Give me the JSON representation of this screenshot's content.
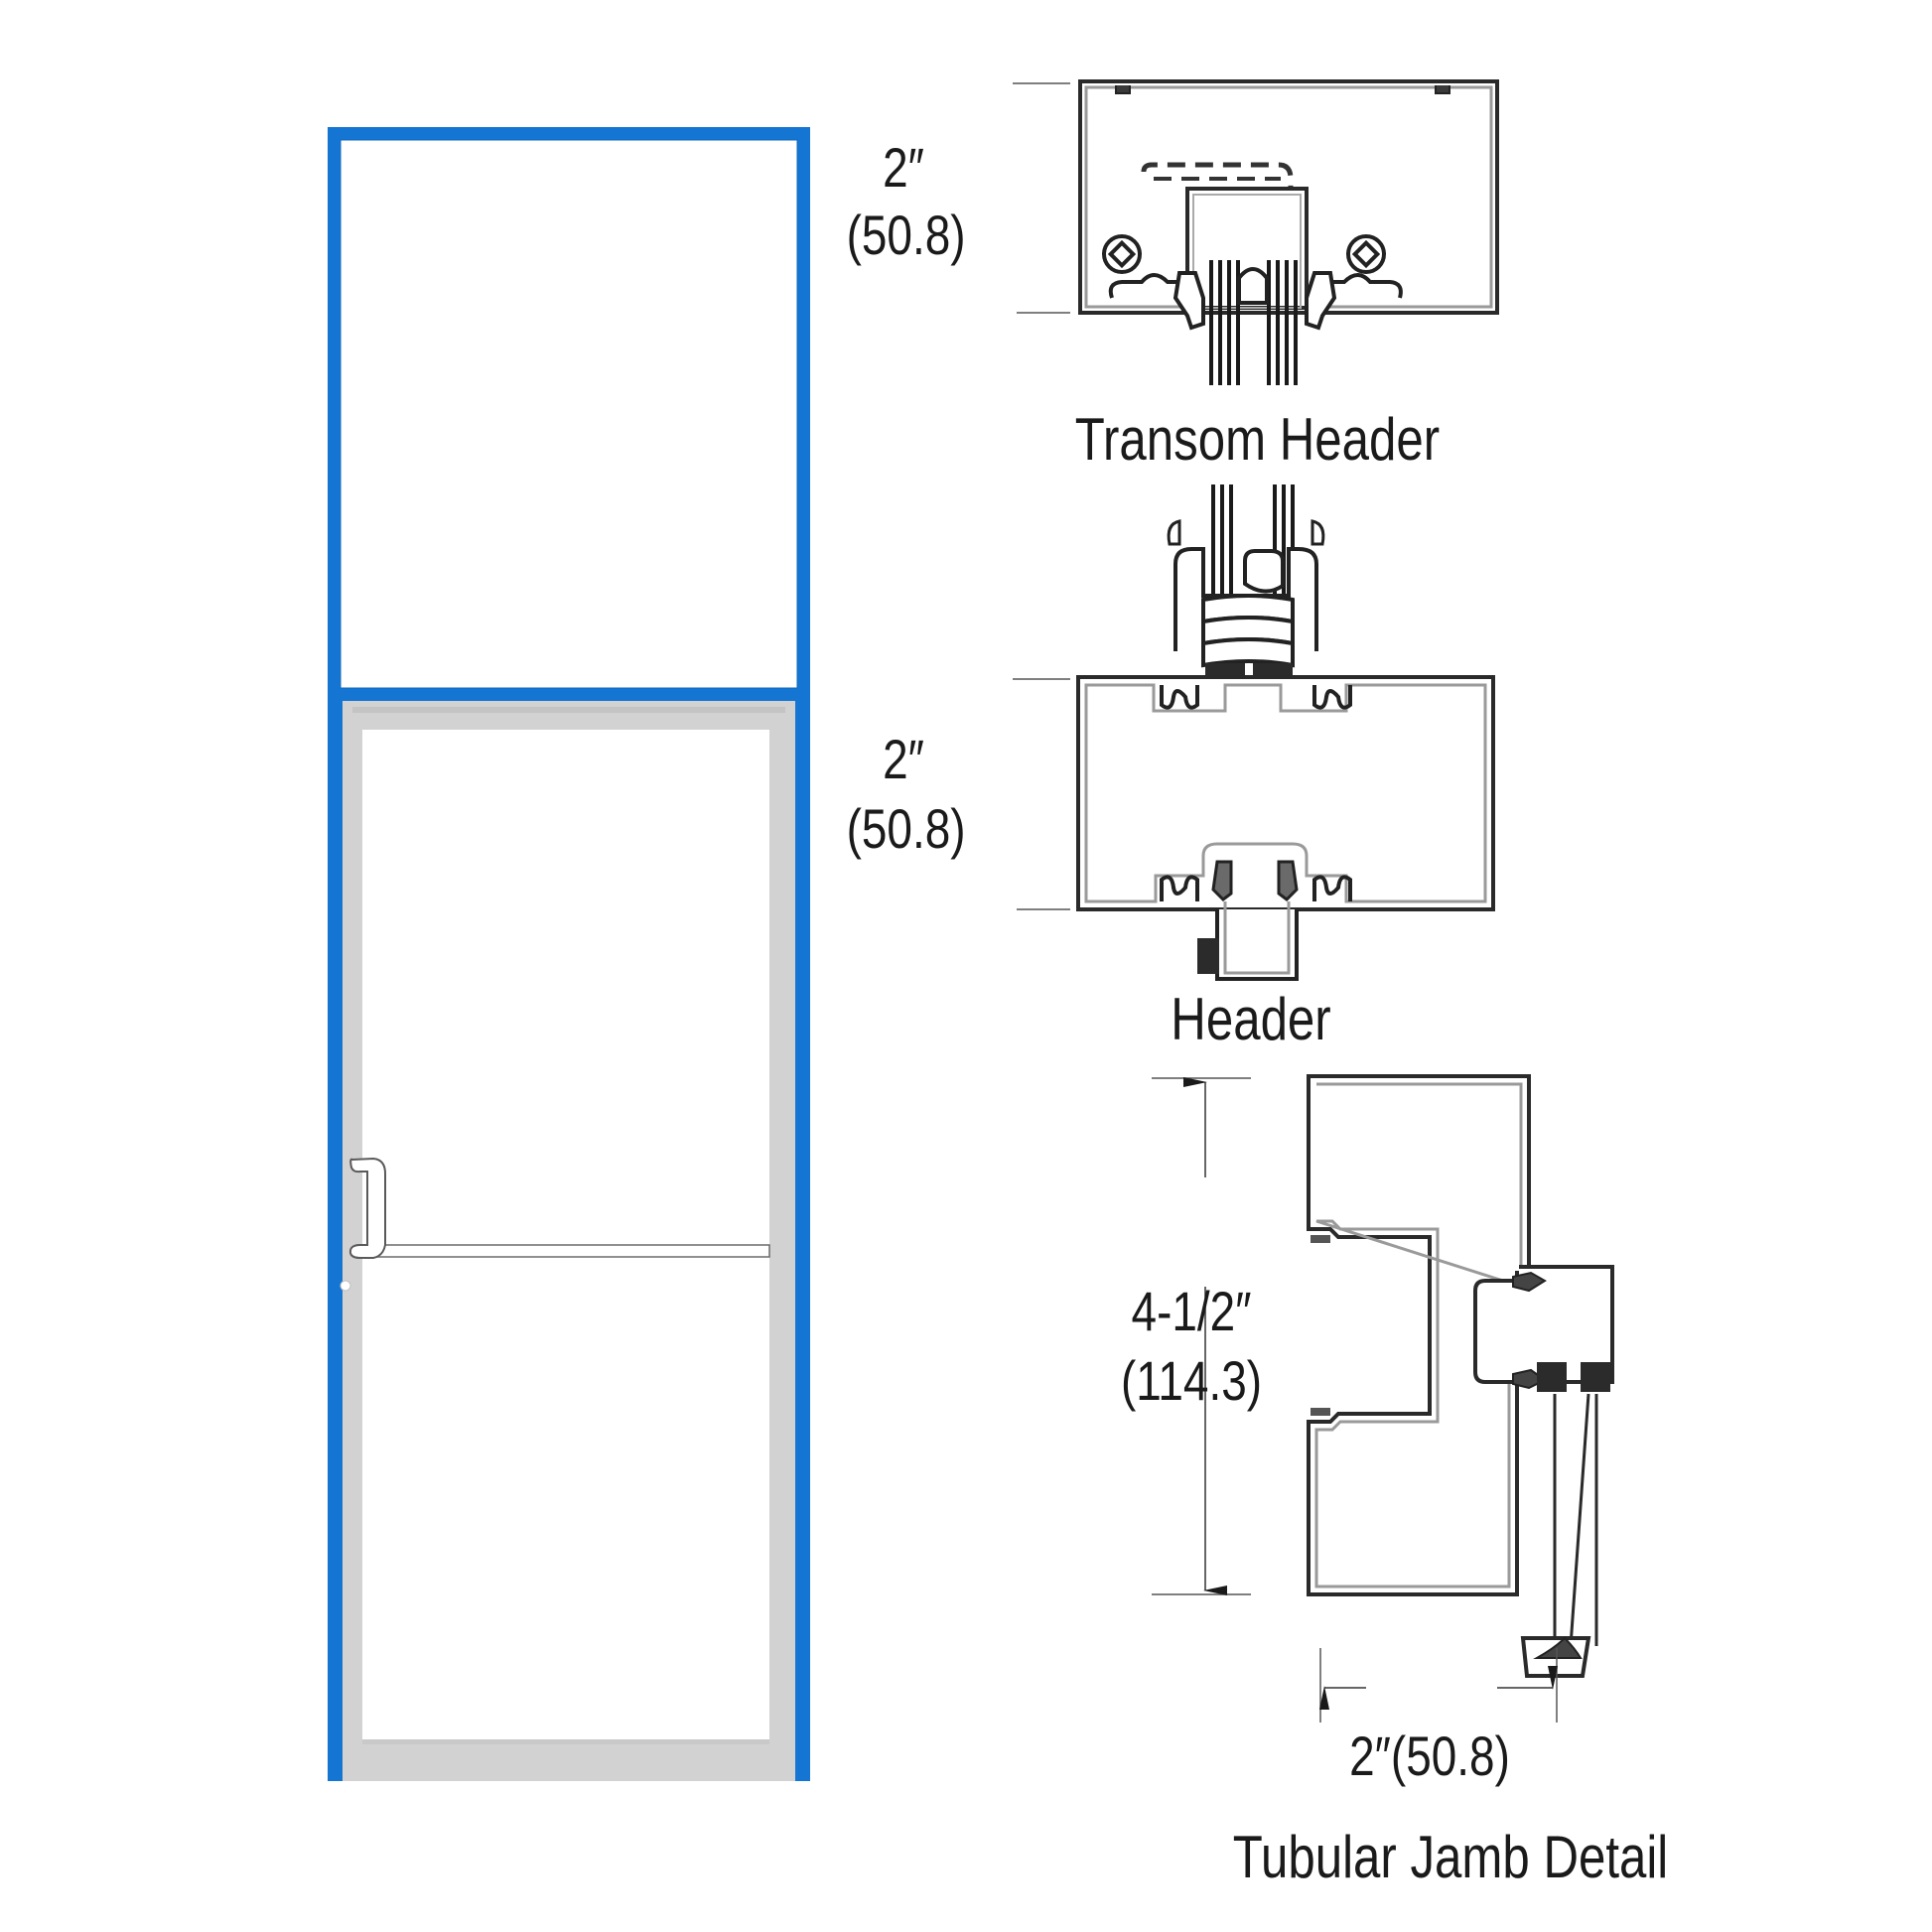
{
  "elevation": {
    "frame_color": "#1476d2",
    "door_frame_color": "#d0d0d0",
    "glass_color": "#ffffff",
    "parts": [
      "transom-panel",
      "door-panel",
      "pull-handle",
      "push-bar",
      "lock-cylinder"
    ]
  },
  "details": [
    {
      "id": "transom-header",
      "caption": "Transom Header",
      "dimension_in": "2″",
      "dimension_mm": "(50.8)"
    },
    {
      "id": "header",
      "caption": "Header",
      "dimension_in": "2″",
      "dimension_mm": "(50.8)"
    },
    {
      "id": "tubular-jamb",
      "caption": "Tubular Jamb Detail",
      "dimension_in": "4-1/2″",
      "dimension_mm": "(114.3)",
      "width_dimension": "2″(50.8)"
    }
  ],
  "colors": {
    "line": "#2a2a2a",
    "profile_fill": "#e6e6e6",
    "gasket": "#2b2b2b"
  }
}
